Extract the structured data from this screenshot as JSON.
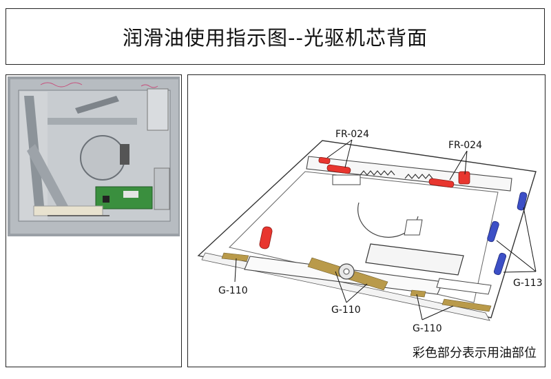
{
  "title": "润滑油使用指示图--光驱机芯背面",
  "labels": {
    "fr024_left": "FR-024",
    "fr024_right": "FR-024",
    "g110_left": "G-110",
    "g110_center": "G-110",
    "g110_bottom": "G-110",
    "g113": "G-113"
  },
  "caption": "彩色部分表示用油部位",
  "colors": {
    "fr024": "#e8362f",
    "g110": "#b99a4a",
    "g113": "#3c4fc6"
  }
}
